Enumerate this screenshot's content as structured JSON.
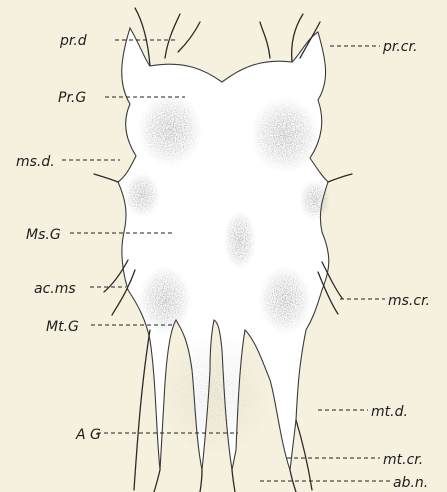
{
  "figure": {
    "background_color": "#f6f1df",
    "ink_color": "#222222",
    "labels": {
      "pr_d": "pr.d",
      "pr_cr": "pr.cr.",
      "PrG": "Pr.G",
      "ms_d": "ms.d.",
      "MsG": "Ms.G",
      "ac_ms": "ac.ms",
      "ms_cr": "ms.cr.",
      "MtG": "Mt.G",
      "mt_d": "mt.d.",
      "AG": "A G",
      "mt_cr": "mt.cr.",
      "ab_n": "ab.n."
    }
  }
}
